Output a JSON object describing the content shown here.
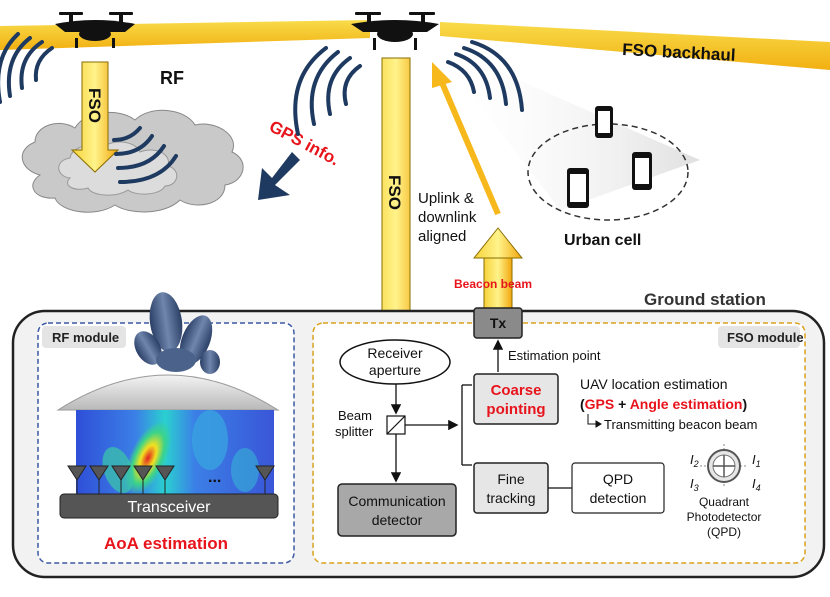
{
  "labels": {
    "rf": "RF",
    "fso_left": "FSO",
    "fso_center": "FSO",
    "gps_info": "GPS info.",
    "fso_backhaul": "FSO backhaul",
    "uplink_line1": "Uplink &",
    "uplink_line2": "downlink",
    "uplink_line3": "aligned",
    "urban_cell": "Urban cell",
    "beacon_beam": "Beacon beam",
    "ground_station": "Ground station",
    "tx": "Tx",
    "rf_module": "RF module",
    "fso_module": "FSO module",
    "transceiver": "Transceiver",
    "ellipsis": "...",
    "aoa_estimation": "AoA estimation",
    "receiver_line1": "Receiver",
    "receiver_line2": "aperture",
    "beam_line1": "Beam",
    "beam_line2": "splitter",
    "comm_line1": "Communication",
    "comm_line2": "detector",
    "coarse_line1": "Coarse",
    "coarse_line2": "pointing",
    "fine_line1": "Fine",
    "fine_line2": "tracking",
    "qpd_line1": "QPD",
    "qpd_line2": "detection",
    "estimation_point": "Estimation point",
    "uav_location": "UAV location estimation",
    "paren_open": "(",
    "gps": "GPS",
    "plus": " + ",
    "angle_estimation": "Angle estimation",
    "paren_close": ")",
    "transmitting": "Transmitting beacon beam",
    "quadrant_line1": "Quadrant",
    "quadrant_line2": "Photodetector",
    "quadrant_line3": "(QPD)",
    "i1": "I",
    "i1_sub": "1",
    "i2": "I",
    "i2_sub": "2",
    "i3": "I",
    "i3_sub": "3",
    "i4": "I",
    "i4_sub": "4"
  },
  "colors": {
    "beam_yellow": "#f7c520",
    "beam_orange": "#f2a60c",
    "highlight_red": "#e8141c",
    "wave_navy": "#1f3a60",
    "rf_box_border": "#3b5aa3",
    "fso_box_border": "#d9a21b",
    "ground_bg": "#f2f2f2"
  }
}
